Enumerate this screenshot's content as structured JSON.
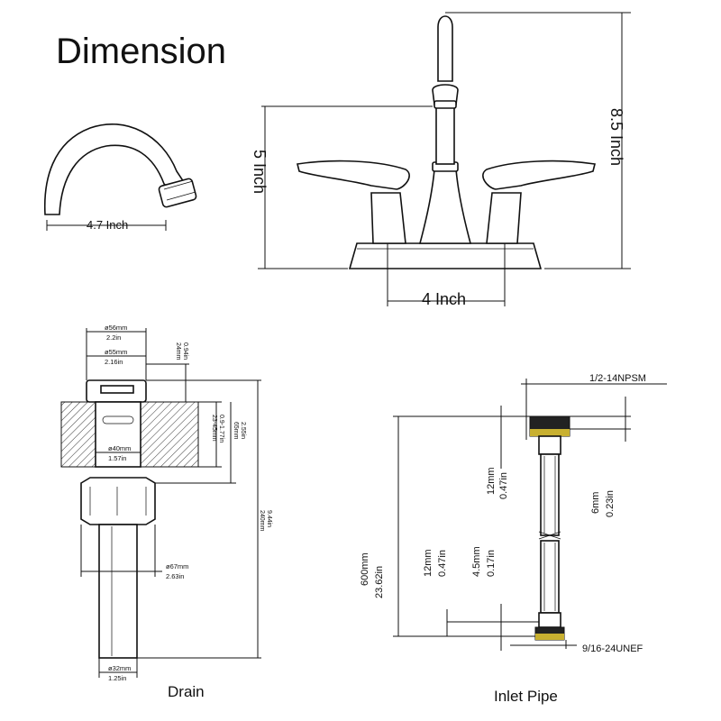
{
  "heading": "Dimension",
  "spout": {
    "width_label": "4.7 Inch"
  },
  "faucet": {
    "height_label": "8.5 Inch",
    "handle_height_label": "5 Inch",
    "spread_label": "4 Inch"
  },
  "drain": {
    "caption": "Drain",
    "dia56": "ø56mm",
    "dia56_in": "2.2in",
    "dia55": "ø55mm",
    "dia55_in": "2.16in",
    "h24": "24mm",
    "h24_in": "0.94in",
    "dia40": "ø40mm",
    "dia40_in": "1.57in",
    "thick": "23-45mm",
    "thick_in": "0.9-1.77in",
    "h65": "65mm",
    "h65_in": "2.55in",
    "h240": "240mm",
    "h240_in": "9.44in",
    "dia67": "ø67mm",
    "dia67_in": "2.63in",
    "dia32": "ø32mm",
    "dia32_in": "1.25in"
  },
  "inlet": {
    "caption": "Inlet Pipe",
    "top_thread": "1/2-14NPSM",
    "bottom_thread": "9/16-24UNEF",
    "len": "600mm",
    "len_in": "23.62in",
    "n12a": "12mm",
    "n12a_in": "0.47in",
    "n6": "6mm",
    "n6_in": "0.23in",
    "n12b": "12mm",
    "n12b_in": "0.47in",
    "n45": "4.5mm",
    "n45_in": "0.17in"
  }
}
